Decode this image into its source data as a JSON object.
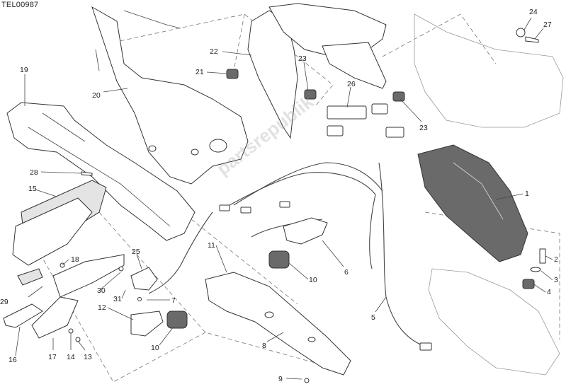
{
  "diagram_code": "TEL00987",
  "watermark": "partsrepublik",
  "callouts": [
    "1",
    "2",
    "3",
    "4",
    "5",
    "6",
    "7",
    "8",
    "9",
    "10",
    "10",
    "11",
    "12",
    "13",
    "14",
    "15",
    "16",
    "17",
    "18",
    "19",
    "20",
    "21",
    "22",
    "23",
    "23",
    "24",
    "25",
    "26",
    "27",
    "28",
    "29",
    "30",
    "31"
  ],
  "colors": {
    "line": "#333333",
    "dark_part": "#6a6a6a",
    "light_part": "#e4e4e4"
  }
}
